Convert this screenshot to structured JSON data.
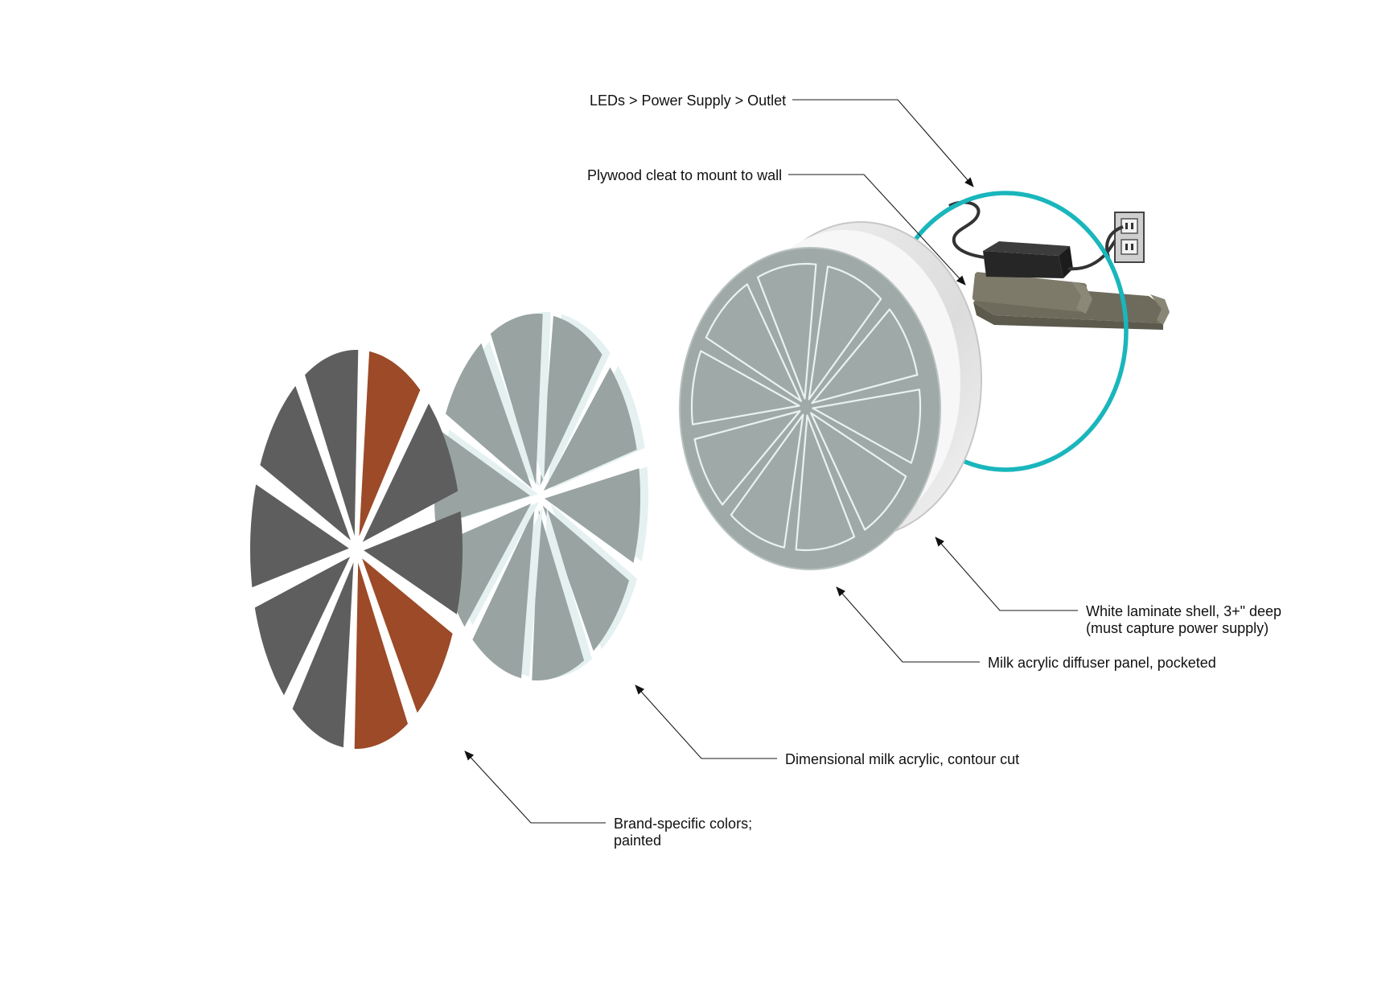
{
  "colors": {
    "brand_orange": "#9C4A28",
    "painted_gray": "#5E5E5E",
    "acrylic_gray": "#98A3A2",
    "acrylic_edge": "#E4F1F0",
    "diffuser_face": "#9FAAA8",
    "diffuser_line": "#E9F2F1",
    "shell_white": "#E8E8E8",
    "led_teal": "#19B6BC",
    "power_supply": "#2B2B2B",
    "cleat_wood": "#7A7666"
  },
  "callouts": {
    "leds": {
      "line1": "LEDs > Power Supply > Outlet"
    },
    "cleat": {
      "line1": "Plywood cleat to mount to wall"
    },
    "shell": {
      "line1": "White laminate shell, 3+\" deep",
      "line2": "(must capture power supply)"
    },
    "diffuser": {
      "line1": "Milk acrylic diffuser panel, pocketed"
    },
    "acrylic": {
      "line1": "Dimensional milk acrylic, contour cut"
    },
    "colors": {
      "line1": "Brand-specific colors;",
      "line2": "painted"
    }
  },
  "parts": [
    {
      "name": "painted-face",
      "segments": 10,
      "painted_orange_segments": [
        0,
        3,
        4
      ]
    },
    {
      "name": "dimensional-acrylic",
      "segments": 10
    },
    {
      "name": "diffuser-panel",
      "segments": 10
    },
    {
      "name": "laminate-shell"
    },
    {
      "name": "led-ring"
    },
    {
      "name": "power-supply"
    },
    {
      "name": "wall-outlet"
    },
    {
      "name": "plywood-cleat"
    }
  ]
}
